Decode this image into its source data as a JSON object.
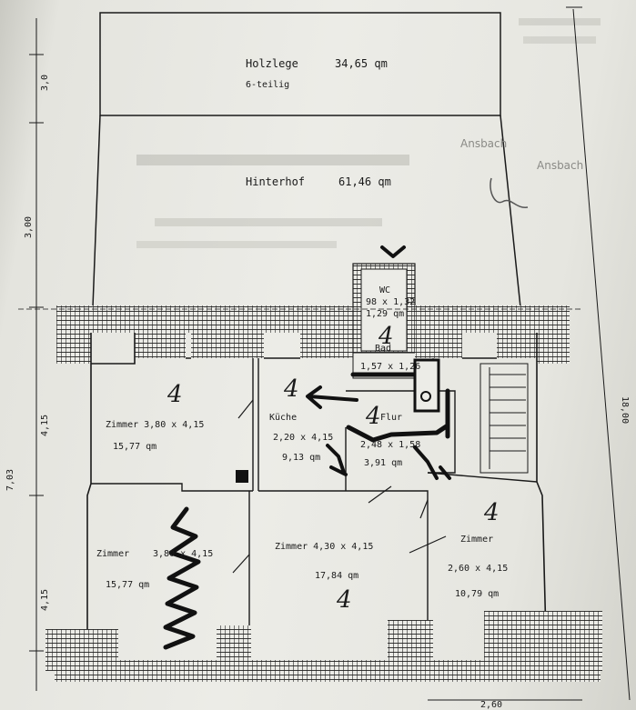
{
  "rooms": {
    "holzlege": {
      "name": "Holzlege",
      "area": "34,65 qm",
      "note": "6-teilig"
    },
    "hinterhof": {
      "name": "Hinterhof",
      "area": "61,46 qm"
    },
    "wc": {
      "name": "WC",
      "dims": "98 x 1,32",
      "area": "1,29 qm"
    },
    "bad": {
      "name": "Bad",
      "dims": "1,57 x 1,26"
    },
    "zimmer1": {
      "label": "Zimmer 3,80 x 4,15",
      "area": "15,77 qm"
    },
    "kueche": {
      "name": "Küche",
      "dims": "2,20 x 4,15",
      "area": "9,13 qm"
    },
    "flur": {
      "name": "Flur",
      "dims": "2,48 x 1,58",
      "area": "3,91 qm"
    },
    "zimmer2": {
      "name": "Zimmer",
      "dims": "3,80 x 4,15",
      "area": "15,77 qm"
    },
    "zimmer3": {
      "label": "Zimmer 4,30 x 4,15",
      "area": "17,84 qm"
    },
    "zimmer4": {
      "name": "Zimmer",
      "dims": "2,60 x 4,15",
      "area": "10,79 qm"
    }
  },
  "dimensions": {
    "left_top": "3,0",
    "left_mid": "3,00",
    "left_a": "4,15",
    "left_b": "7,03",
    "left_c": "4,15",
    "right": "18,00",
    "bottom": "2,60"
  },
  "handwritten_marks": {
    "bad": "4",
    "zimmer1": "4",
    "kueche": "4",
    "flur": "4",
    "zimmer3": "4",
    "zimmer4": "4"
  },
  "stamp": {
    "line1": "Ansbach",
    "line2": "Ansbach"
  }
}
